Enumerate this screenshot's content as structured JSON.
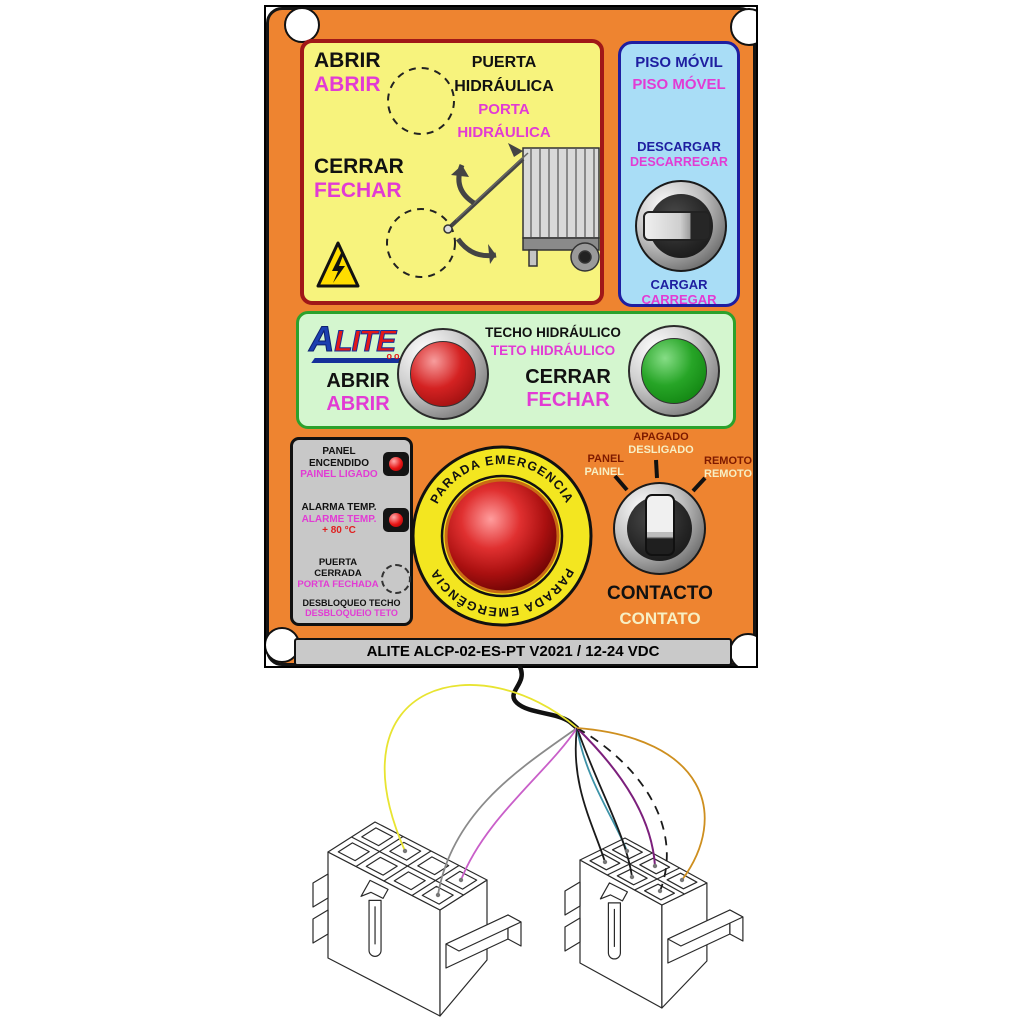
{
  "panel": {
    "door": {
      "title_es1": "PUERTA",
      "title_es2": "HIDRÁULICA",
      "title_pt1": "PORTA",
      "title_pt2": "HIDRÁULICA",
      "open_es": "ABRIR",
      "open_pt": "ABRIR",
      "close_es": "CERRAR",
      "close_pt": "FECHAR"
    },
    "floor": {
      "title_es": "PISO MÓVIL",
      "title_pt": "PISO MÓVEL",
      "up_es": "DESCARGAR",
      "up_pt": "DESCARREGAR",
      "down_es": "CARGAR",
      "down_pt": "CARREGAR"
    },
    "roof": {
      "brand_a": "A",
      "brand_rest": "LITE",
      "brand_dots": "ooo",
      "title_es": "TECHO HIDRÁULICO",
      "title_pt": "TETO HIDRÁULICO",
      "open_es": "ABRIR",
      "open_pt": "ABRIR",
      "close_es": "CERRAR",
      "close_pt": "FECHAR"
    },
    "indicators": {
      "power_es": "PANEL ENCENDIDO",
      "power_pt": "PAINEL LIGADO",
      "temp_es": "ALARMA TEMP.",
      "temp_pt": "ALARME TEMP.",
      "temp_value": "+ 80 °C",
      "door_closed_es": "PUERTA CERRADA",
      "door_closed_pt": "PORTA FECHADA",
      "roof_unlock_es": "DESBLOQUEO TECHO",
      "roof_unlock_pt": "DESBLOQUEIO TETO"
    },
    "emergency": {
      "ring_es": "PARADA EMERGENCIA",
      "ring_pt": "PARADA EMERGÊNCIA"
    },
    "contact": {
      "pos1_es": "PANEL",
      "pos1_pt": "PAINEL",
      "pos2_es": "APAGADO",
      "pos2_pt": "DESLIGADO",
      "pos3_es": "REMOTO",
      "pos3_pt": "REMOTO",
      "label_es": "CONTACTO",
      "label_pt": "CONTATO"
    },
    "model_label": "ALITE ALCP-02-ES-PT V2021 / 12-24 VDC"
  },
  "wiring": {
    "left_connector": "8-pin connector",
    "right_connector": "6-pin connector",
    "wire_colors": [
      "#E8E431",
      "#8A8A8A",
      "#C95FC9",
      "#1A1A1A",
      "#3D93A8",
      "#1A1A1A",
      "#7C1F7C",
      "#1A1A1A dashed",
      "#CE8F1F"
    ]
  },
  "colors": {
    "panel_orange": "#EE8430",
    "section_yellow": "#F7F37D",
    "section_blue": "#A9DDF6",
    "section_green": "#D4F6CF",
    "magenta": "#E23BD4",
    "navy": "#1E1EA0",
    "maroon_border": "#A01818",
    "cream": "#F7EFC4",
    "dark_red_label": "#7E1A00",
    "led_red": "#D01818",
    "button_red": "#C01818",
    "button_green": "#1E9A1E",
    "emergency_yellow": "#F3E620"
  }
}
